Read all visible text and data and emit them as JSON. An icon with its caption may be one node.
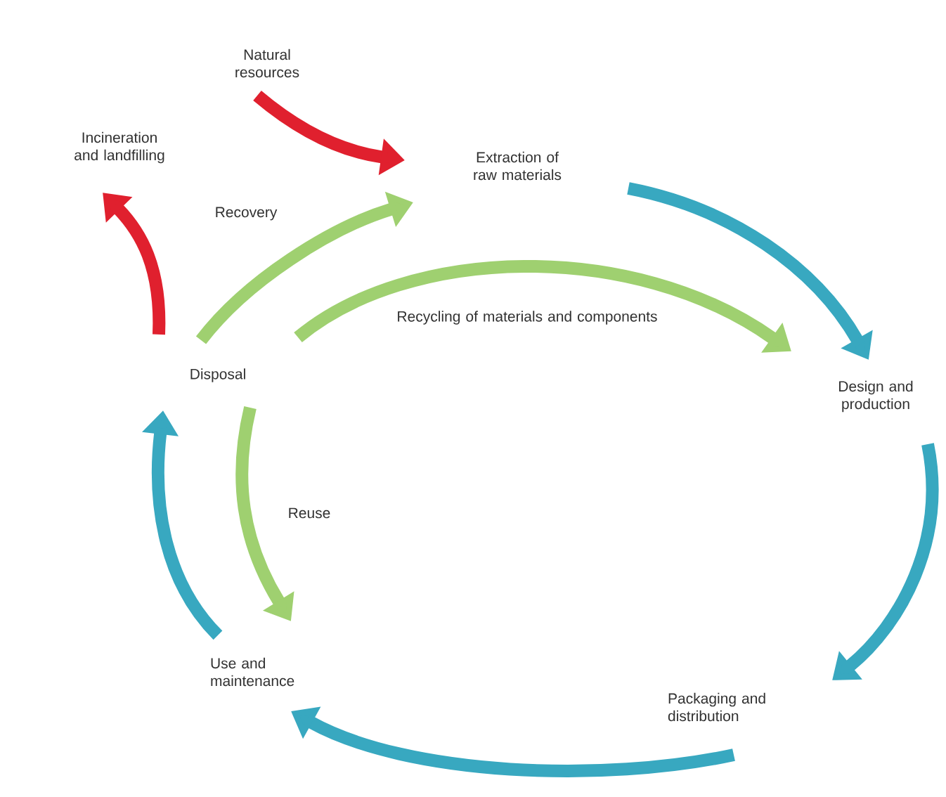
{
  "diagram": {
    "nodes": [
      {
        "text": [
          "Natural resources"
        ]
      },
      {
        "text": [
          "Incineration and landfilling"
        ]
      },
      {
        "text": [
          "Extraction of raw materials"
        ]
      },
      {
        "text": [
          "Disposal"
        ]
      },
      {
        "text": [
          "Design and production"
        ]
      },
      {
        "text": [
          "Use and maintenance"
        ]
      },
      {
        "text": [
          "Packaging and distribution"
        ]
      }
    ],
    "edges": [
      {
        "from": 0,
        "to": 2,
        "arrow": "to",
        "color": "#e0202e"
      },
      {
        "from": 3,
        "to": 1,
        "arrow": "to",
        "color": "#e0202e"
      },
      {
        "from": 3,
        "to": 2,
        "arrow": "to",
        "label": "Recovery",
        "color": "#9fd070"
      },
      {
        "from": 3,
        "to": 4,
        "arrow": "to",
        "label": "Recycling of materials and components",
        "color": "#9fd070"
      },
      {
        "from": 3,
        "to": 5,
        "arrow": "to",
        "label": "Reuse",
        "color": "#9fd070"
      },
      {
        "from": 2,
        "to": 4,
        "arrow": "to"
      },
      {
        "from": 4,
        "to": 6,
        "arrow": "to"
      },
      {
        "from": 6,
        "to": 5,
        "arrow": "to"
      },
      {
        "from": 5,
        "to": 3,
        "arrow": "to"
      }
    ]
  }
}
